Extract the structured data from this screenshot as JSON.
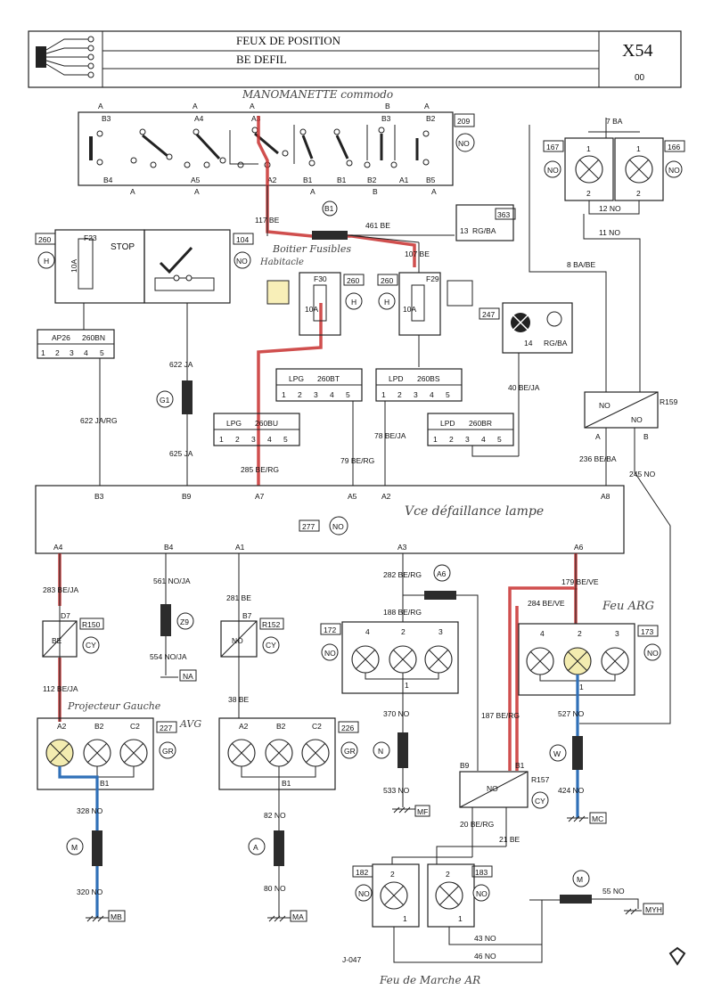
{
  "header": {
    "title": "FEUX DE POSITION",
    "subtitle": "BE DEFIL",
    "code": "X54",
    "revision": "00"
  },
  "annotations": {
    "commodo": "MANOMANETTE commodo",
    "boitier": "Boitier Fusibles",
    "habitacle": "Habitacle",
    "defaillance": "Vce défaillance lampe",
    "projecteur": "Projecteur Gauche",
    "avg": "AVG",
    "feu_arg": "Feu ARG",
    "marche_ar": "Feu de Marche AR"
  },
  "components": {
    "switch": {
      "id": "209",
      "loc": "NO",
      "pins_top": [
        "B3",
        "A4",
        "A3",
        "B3",
        "B2"
      ],
      "pins_bottom": [
        "B4",
        "A5",
        "A2",
        "B1",
        "B1",
        "B2",
        "A1",
        "B5"
      ]
    },
    "fuse_f23": {
      "id": "260",
      "loc": "H",
      "name": "F23",
      "rating": "10A",
      "stop": "STOP"
    },
    "relay_104": {
      "id": "104",
      "loc": "NO"
    },
    "fuse_f30": {
      "id": "260",
      "loc": "H",
      "name": "F30",
      "rating": "10A"
    },
    "fuse_f29": {
      "id": "260",
      "loc": "H",
      "name": "F29",
      "rating": "10A"
    },
    "b1": "B1",
    "c363": {
      "id": "363",
      "pin": "13",
      "loc": "RG/BA"
    },
    "c247": {
      "id": "247",
      "pin": "14",
      "loc": "RG/BA"
    },
    "lamp167": {
      "id": "167",
      "loc": "NO",
      "p1": "1",
      "p2": "2"
    },
    "lamp166": {
      "id": "166",
      "loc": "NO",
      "p1": "1",
      "p2": "2"
    },
    "con_ap26": {
      "name": "AP26",
      "ref": "260BN",
      "pins": [
        "1",
        "2",
        "3",
        "4",
        "5"
      ]
    },
    "con_lpg": {
      "name": "LPG",
      "ref": "260BT"
    },
    "con_lpd": {
      "name": "LPD",
      "ref": "260BS"
    },
    "con_lpg2": {
      "name": "LPG",
      "ref": "260BU"
    },
    "con_lpd2": {
      "name": "LPD",
      "ref": "260BR"
    },
    "r159": {
      "id": "R159",
      "a": "NO",
      "b": "NO",
      "pa": "A",
      "pb": "B"
    },
    "g1": "G1",
    "unit277": {
      "id": "277",
      "loc": "NO",
      "pins_top": [
        "B3",
        "B9",
        "A7",
        "A5",
        "A2",
        "A8"
      ],
      "pins_bottom": [
        "A4",
        "B4",
        "A1",
        "A3",
        "A6"
      ]
    },
    "d7": {
      "name": "D7",
      "id": "R150",
      "loc": "CY",
      "label": "BE"
    },
    "b7": {
      "name": "B7",
      "id": "R152",
      "loc": "CY",
      "label": "NO"
    },
    "z9": "Z9",
    "na": "NA",
    "a6": "A6",
    "lamp172": {
      "id": "172",
      "loc": "NO",
      "pins": [
        "4",
        "2",
        "3"
      ],
      "common": "1"
    },
    "lamp173": {
      "id": "173",
      "loc": "NO",
      "pins": [
        "4",
        "2",
        "3"
      ],
      "common": "1"
    },
    "lamp227": {
      "id": "227",
      "loc": "GR",
      "pins": [
        "A2",
        "B2",
        "C2"
      ],
      "common": "B1"
    },
    "lamp226": {
      "id": "226",
      "loc": "GR",
      "pins": [
        "A2",
        "B2",
        "C2"
      ],
      "common": "B1"
    },
    "r157": {
      "id": "R157",
      "loc": "CY",
      "label": "NO",
      "p1": "B9",
      "p2": "B1"
    },
    "lamp182": {
      "id": "182",
      "loc": "NO",
      "p1": "2",
      "p2": "1"
    },
    "lamp183": {
      "id": "183",
      "loc": "NO",
      "p1": "2",
      "p2": "1"
    },
    "grounds": {
      "m": "M",
      "mb": "MB",
      "a": "A",
      "ma": "MA",
      "n": "N",
      "mf": "MF",
      "w": "W",
      "mc": "MC",
      "myh": "MYH"
    },
    "page_ref": "J-047"
  },
  "wires": {
    "w117": "117 BE",
    "w461": "461 BE",
    "w107": "107 BE",
    "w7": "7 BA",
    "w12": "12 NO",
    "w11": "11 NO",
    "w8": "8 BA/BE",
    "w40": "40 BE/JA",
    "w622": "622 JA",
    "w622b": "622 JA/RG",
    "w625": "625 JA",
    "w285": "285 BE/RG",
    "w79": "79 BE/RG",
    "w78": "78 BE/JA",
    "w236": "236 BE/BA",
    "w245": "245 NO",
    "w283": "283 BE/JA",
    "w561": "561 NO/JA",
    "w554": "554 NO/JA",
    "w281": "281 BE",
    "w282": "282 BE/RG",
    "w188": "188 BE/RG",
    "w179": "179 BE/VE",
    "w284": "284 BE/VE",
    "w112": "112 BE/JA",
    "w38": "38 BE",
    "w370": "370 NO",
    "w533": "533 NO",
    "w187": "187 BE/RG",
    "w527": "527 NO",
    "w424": "424 NO",
    "w328": "328 NO",
    "w320": "320 NO",
    "w82": "82 NO",
    "w80": "80 NO",
    "w20": "20 BE/RG",
    "w21": "21 BE",
    "w55": "55 NO",
    "w43": "43 NO",
    "w46": "46 NO"
  }
}
